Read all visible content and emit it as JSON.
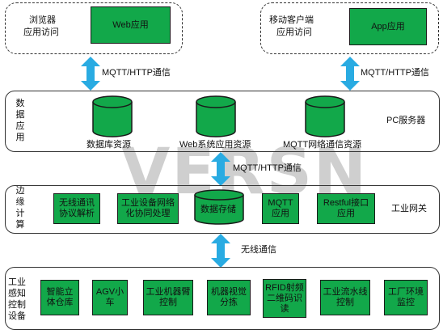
{
  "top_left": {
    "label_line1": "浏览器",
    "label_line2": "应用访问",
    "box": "Web应用"
  },
  "top_right": {
    "label_line1": "移动客户端",
    "label_line2": "应用访问",
    "box": "App应用"
  },
  "arrow_labels": {
    "left": "MQTT/HTTP通信",
    "right": "MQTT/HTTP通信",
    "middle": "MQTT/HTTP通信",
    "wireless": "无线通信"
  },
  "pc_layer": {
    "side_label": [
      "数",
      "据",
      "应",
      "用"
    ],
    "title": "PC服务器",
    "cylinders": [
      "数据库资源",
      "Web系统应用资源",
      "MQTT网络通信资源"
    ]
  },
  "edge_layer": {
    "side_label": [
      "边",
      "缘",
      "计",
      "算"
    ],
    "title": "工业网关",
    "boxes": [
      {
        "line1": "无线通讯",
        "line2": "协议解析"
      },
      {
        "line1": "工业设备网络",
        "line2": "化协同处理"
      },
      {
        "line1": "数据存储",
        "line2": ""
      },
      {
        "line1": "MQTT",
        "line2": "应用"
      },
      {
        "line1": "Restful接口",
        "line2": "应用"
      }
    ]
  },
  "device_layer": {
    "side_label": [
      "工业",
      "感知",
      "控制",
      "设备"
    ],
    "boxes": [
      {
        "line1": "智能立",
        "line2": "体仓库",
        "line3": ""
      },
      {
        "line1": "AGV小",
        "line2": "车",
        "line3": ""
      },
      {
        "line1": "工业机器臂",
        "line2": "控制",
        "line3": ""
      },
      {
        "line1": "机器视觉",
        "line2": "分拣",
        "line3": ""
      },
      {
        "line1": "RFID射频",
        "line2": "二维码识",
        "line3": "读"
      },
      {
        "line1": "工业流水线",
        "line2": "控制",
        "line3": ""
      },
      {
        "line1": "工厂环境",
        "line2": "监控",
        "line3": ""
      }
    ]
  },
  "watermark": "VERSN",
  "colors": {
    "green": "#12a84a",
    "arrow": "#29abe2"
  }
}
